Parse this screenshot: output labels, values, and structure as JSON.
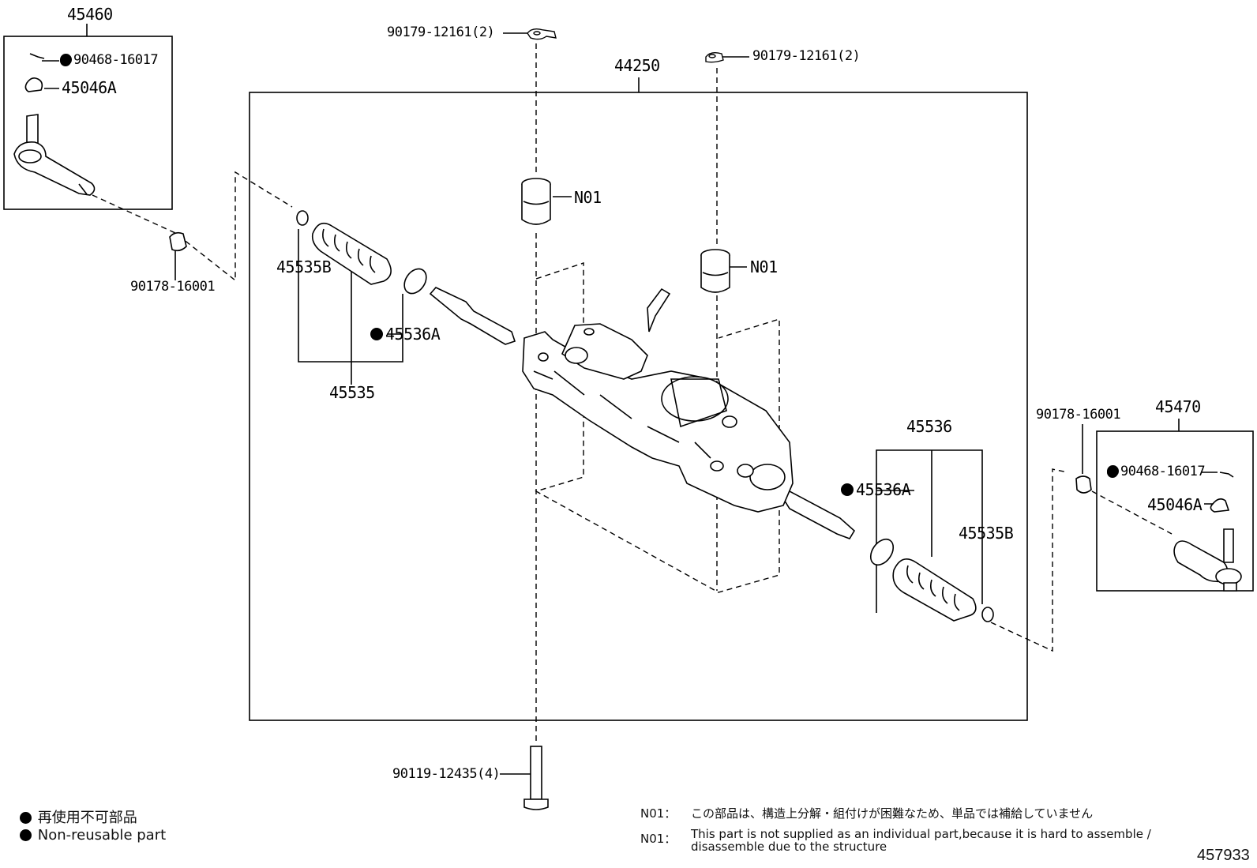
{
  "labels": {
    "assy_left": "45460",
    "bolt_left": "90468-16017",
    "cap_left": "45046A",
    "nut_left": "90178-16001",
    "bolt_top_left": "90179-12161(2)",
    "bolt_top_right": "90179-12161(2)",
    "gear_assy": "44250",
    "bush_left": "N01",
    "bush_right": "N01",
    "clip_boot_left": "45535B",
    "clamp_left": "45536A",
    "boot_left": "45535",
    "boot_right": "45536",
    "clamp_right": "45536A",
    "clip_boot_right": "45535B",
    "nut_right": "90178-16001",
    "assy_right": "45470",
    "bolt_right": "90468-16017",
    "cap_right": "45046A",
    "bolt_bottom": "90119-12435(4)"
  },
  "legend": {
    "jp": "再使用不可部品",
    "en": "Non-reusable part"
  },
  "notes": {
    "code1": "N01：",
    "jp": "この部品は、構造上分解・組付けが困難なため、単品では補給していません",
    "code2": "N01：",
    "en_line1": "This part is not supplied as an individual part,because it is hard to assemble /",
    "en_line2": "disassemble due to the structure"
  },
  "illustration_number": "457933"
}
